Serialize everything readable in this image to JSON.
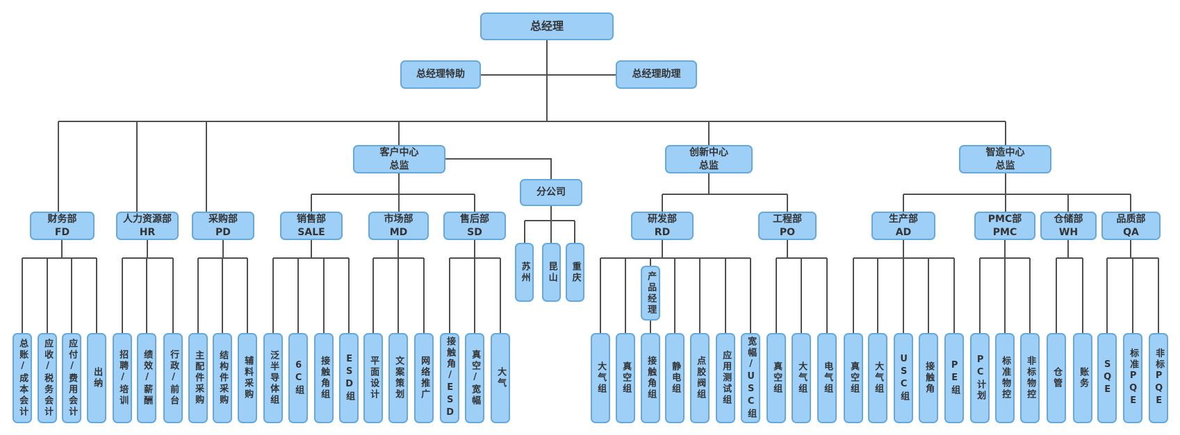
{
  "chart": {
    "root": "总经理",
    "staff": [
      "总经理特助",
      "总经理助理"
    ],
    "centers": [
      "客户中心\n总监",
      "创新中心\n总监",
      "智造中心\n总监"
    ],
    "branch": "分公司",
    "branch_sites": [
      "苏州",
      "昆山",
      "重庆"
    ],
    "product_manager": "产品经理",
    "departments": [
      {
        "label": "财务部\nFD",
        "teams": [
          "总账/成本会计",
          "应收/税务会计",
          "应付/费用会计",
          "出纳"
        ]
      },
      {
        "label": "人力资源部\nHR",
        "teams": [
          "招聘/培训",
          "绩效/薪酬",
          "行政/前台"
        ]
      },
      {
        "label": "采购部\nPD",
        "teams": [
          "主配件采购",
          "结构件采购",
          "辅料采购"
        ]
      },
      {
        "label": "销售部\nSALE",
        "teams": [
          "泛半导体组",
          "6C组",
          "接触角组",
          "ESD组"
        ]
      },
      {
        "label": "市场部\nMD",
        "teams": [
          "平面设计",
          "文案策划",
          "网络推广"
        ]
      },
      {
        "label": "售后部\nSD",
        "teams": [
          "接触角/ESD",
          "真空/宽幅",
          "大气"
        ]
      },
      {
        "label": "研发部\nRD",
        "teams": [
          "大气组",
          "真空组",
          "接触角组",
          "静电组",
          "点胶阀组",
          "应用测试组",
          "宽幅/USC组"
        ]
      },
      {
        "label": "工程部\nPO",
        "teams": [
          "真空组",
          "大气组",
          "电气组"
        ]
      },
      {
        "label": "生产部\nAD",
        "teams": [
          "真空组",
          "大气组",
          "USC组",
          "接触角",
          "PE组"
        ]
      },
      {
        "label": "PMC部\nPMC",
        "teams": [
          "PC计划",
          "标准物控",
          "非标物控"
        ]
      },
      {
        "label": "仓储部\nWH",
        "teams": [
          "仓管",
          "账务"
        ]
      },
      {
        "label": "品质部\nQA",
        "teams": [
          "SQE",
          "标准PQE",
          "非标PQE"
        ]
      }
    ],
    "colors": {
      "node_fill": "#9ed0f7",
      "node_border": "#64a8dc",
      "line": "#4f4f4f",
      "text": "#333333"
    }
  }
}
